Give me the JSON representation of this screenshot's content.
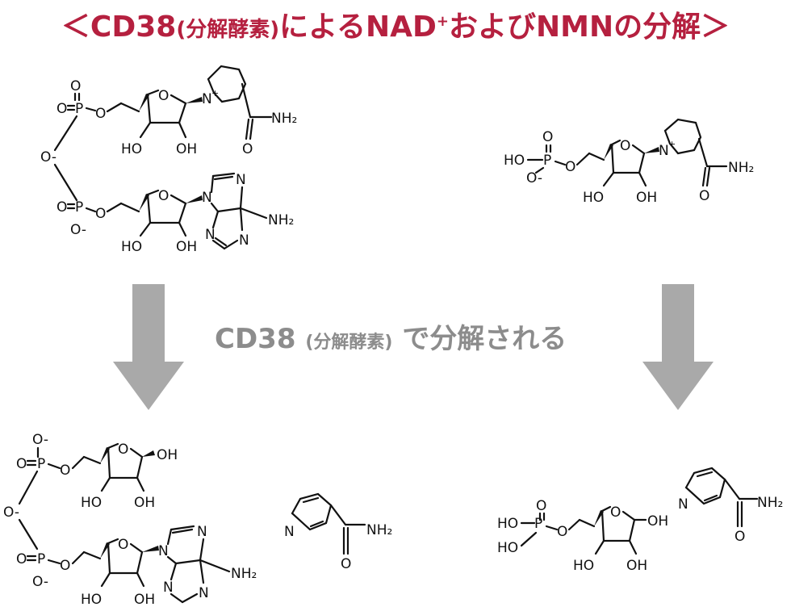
{
  "title": {
    "open": "＜",
    "cd38": "CD38",
    "enzyme_paren": "(分解酵素)",
    "mid": "によるNAD",
    "plus": "+",
    "tail": "およびNMNの分解",
    "close": "＞"
  },
  "process_label": {
    "cd38": "CD38",
    "enzyme_paren": "(分解酵素)",
    "tail": "で分解される"
  },
  "colors": {
    "title": "#b5203f",
    "arrow": "#a9a9a9",
    "label": "#8c8c8c",
    "structure": "#111111"
  },
  "atoms": {
    "O": "O",
    "P": "P",
    "O_minus": "O-",
    "N": "N",
    "N_plus": "N+",
    "HO": "HO",
    "OH": "OH",
    "NH2": "NH₂"
  },
  "structures": [
    {
      "id": "nad",
      "name_shown": "",
      "position": "top-left"
    },
    {
      "id": "nmn",
      "name_shown": "",
      "position": "top-right"
    },
    {
      "id": "adpr",
      "name_shown": "",
      "position": "bottom-left"
    },
    {
      "id": "nicotinamide-left",
      "name_shown": "",
      "position": "bottom-center"
    },
    {
      "id": "ribose-phosphate",
      "name_shown": "",
      "position": "bottom-right"
    },
    {
      "id": "nicotinamide-right",
      "name_shown": "",
      "position": "bottom-right-top"
    }
  ],
  "arrows": [
    {
      "id": "left",
      "direction": "down"
    },
    {
      "id": "right",
      "direction": "down"
    }
  ]
}
